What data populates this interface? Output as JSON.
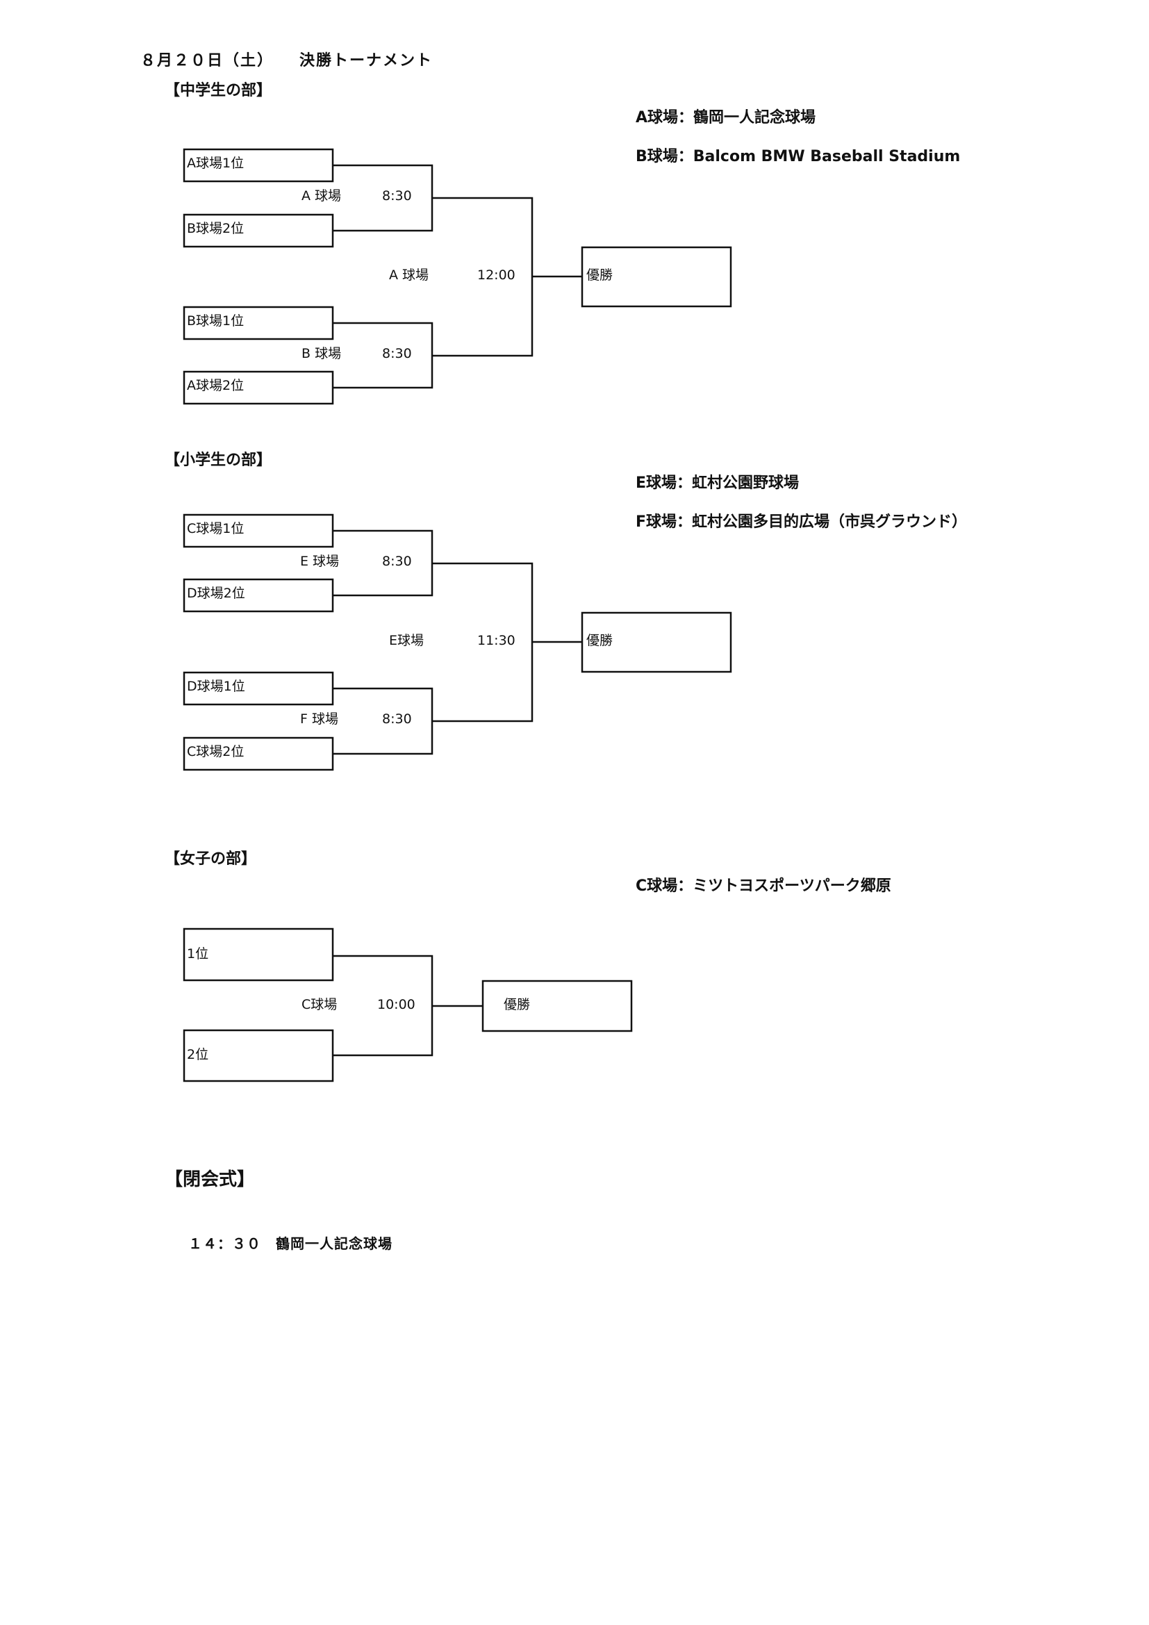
{
  "header": {
    "title": "８月２０日（土）　　決勝トーナメント"
  },
  "junior_high": {
    "section_title": "【中学生の部】",
    "venues": [
      "A球場：鶴岡一人記念球場",
      "B球場：Balcom BMW Baseball Stadium"
    ],
    "teams": [
      "A球場1位",
      "B球場2位",
      "B球場1位",
      "A球場2位"
    ],
    "matches": [
      {
        "venue": "A 球場",
        "time": "8:30"
      },
      {
        "venue": "B 球場",
        "time": "8:30"
      },
      {
        "venue": "A 球場",
        "time": "12:00"
      }
    ],
    "winner": "優勝"
  },
  "elementary": {
    "section_title": "【小学生の部】",
    "venues": [
      "E球場：虹村公園野球場",
      "F球場：虹村公園多目的広場（市呉グラウンド）"
    ],
    "teams": [
      "C球場1位",
      "D球場2位",
      "D球場1位",
      "C球場2位"
    ],
    "matches": [
      {
        "venue": "E 球場",
        "time": "8:30"
      },
      {
        "venue": "F 球場",
        "time": "8:30"
      },
      {
        "venue": "E球場",
        "time": "11:30"
      }
    ],
    "winner": "優勝"
  },
  "girls": {
    "section_title": "【女子の部】",
    "venues": [
      "C球場：ミツトヨスポーツパーク郷原"
    ],
    "teams": [
      "1位",
      "2位"
    ],
    "matches": [
      {
        "venue": "C球場",
        "time": "10:00"
      }
    ],
    "winner": "優勝"
  },
  "closing": {
    "title": "【閉会式】",
    "time": "１４：３０",
    "venue": "鶴岡一人記念球場"
  }
}
